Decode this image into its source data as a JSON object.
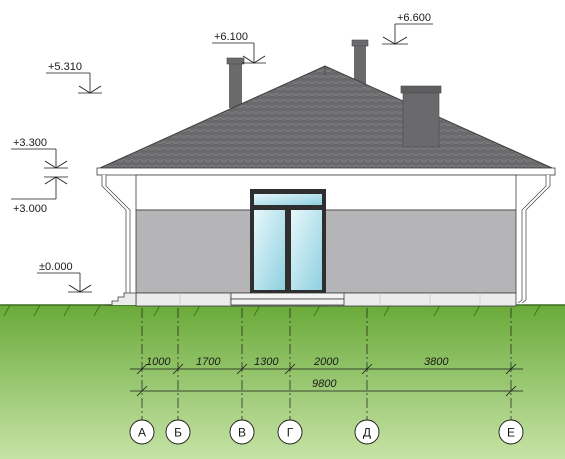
{
  "elevation_marks": [
    {
      "id": "ridge",
      "label": "+6.600"
    },
    {
      "id": "chimney",
      "label": "+6.100"
    },
    {
      "id": "roof-mid",
      "label": "+5.310"
    },
    {
      "id": "eave-top",
      "label": "+3.300"
    },
    {
      "id": "eave-bottom",
      "label": "+3.000"
    },
    {
      "id": "ground",
      "label": "±0.000"
    }
  ],
  "dimensions": {
    "segments": [
      "1000",
      "1700",
      "1300",
      "2000",
      "3800"
    ],
    "total": "9800"
  },
  "axes": [
    "А",
    "Б",
    "В",
    "Г",
    "Д",
    "Е"
  ],
  "colors": {
    "sky": "#ffffff",
    "grass_top": "#6aaa3a",
    "grass_bottom": "#c6e3a6",
    "roof": "#6c6c6e",
    "wall_upper": "#ffffff",
    "wall_lower": "#b5b5b7",
    "plinth": "#ececec",
    "chimney": "#6a6a6c",
    "glass": "#b8e4ee",
    "frame": "#2f2f2f"
  }
}
